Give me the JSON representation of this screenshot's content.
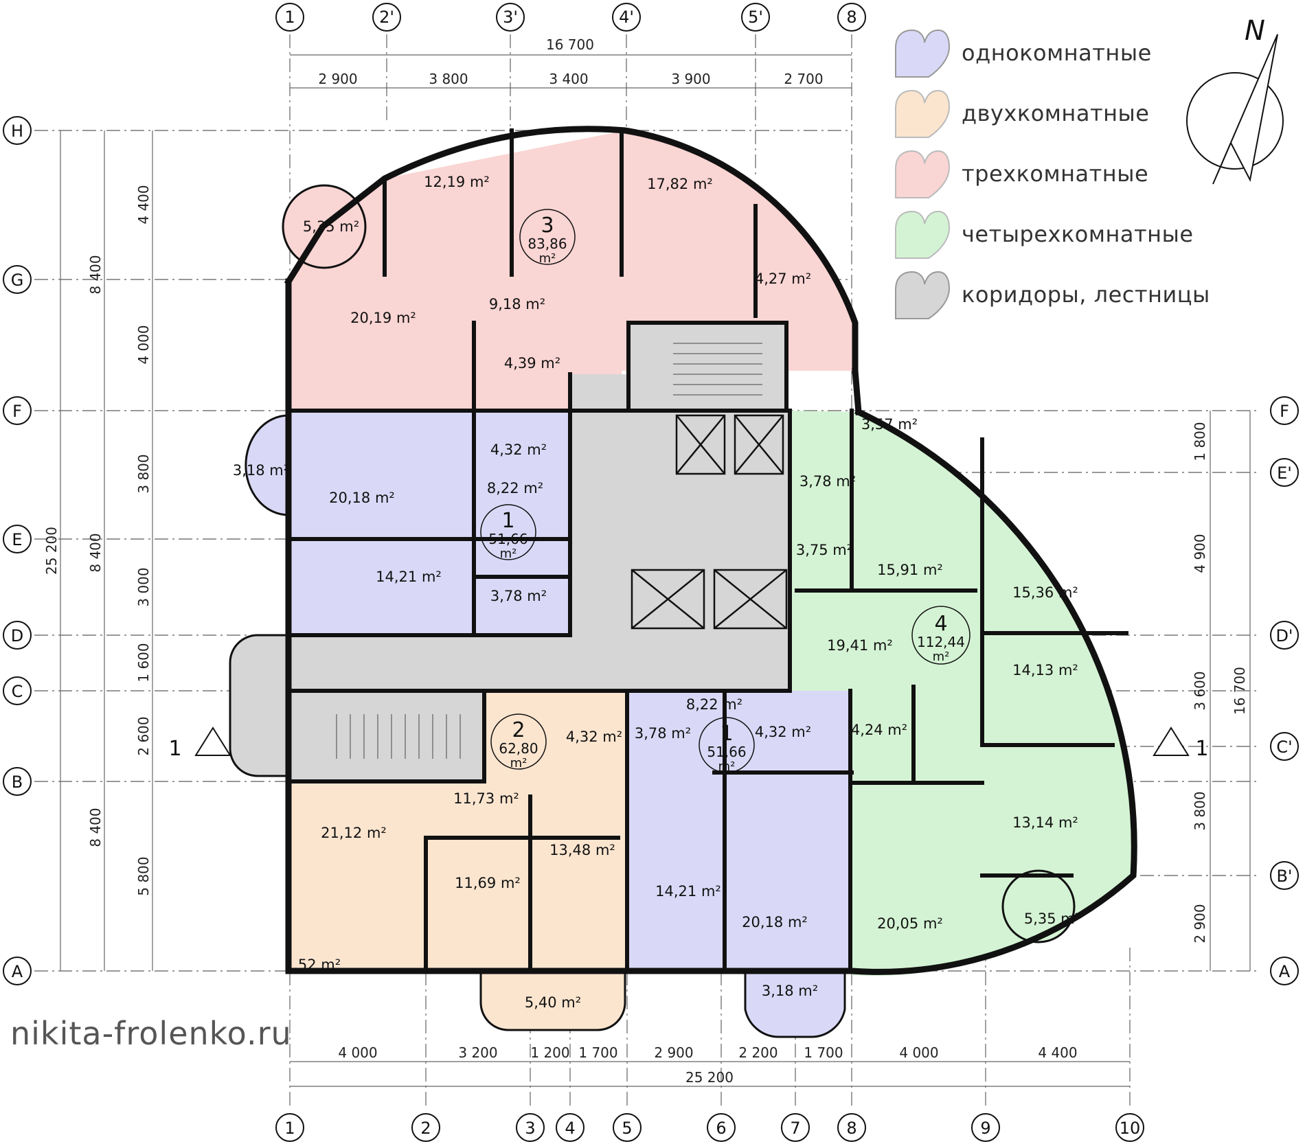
{
  "legend": [
    {
      "label": "однокомнатные",
      "color": "#d9d9f7"
    },
    {
      "label": "двухкомнатные",
      "color": "#fbe5cf"
    },
    {
      "label": "трехкомнатные",
      "color": "#f9d5d3"
    },
    {
      "label": "четырехкомнатные",
      "color": "#d4f3d4"
    },
    {
      "label": "коридоры, лестницы",
      "color": "#d6d6d6"
    }
  ],
  "north_label": "N",
  "watermark": "nikita-frolenko.ru",
  "section_marks": [
    "1",
    "1"
  ],
  "axes": {
    "top": [
      "1",
      "2'",
      "3'",
      "4'",
      "5'",
      "8"
    ],
    "bottom": [
      "1",
      "2",
      "3",
      "4",
      "5",
      "6",
      "7",
      "8",
      "9",
      "10"
    ],
    "left": [
      "H",
      "G",
      "F",
      "E",
      "D",
      "C",
      "B",
      "A"
    ],
    "right": [
      "F",
      "E'",
      "D'",
      "C'",
      "B'",
      "A"
    ]
  },
  "dimensions": {
    "top_total": "16 700",
    "top": [
      "2 900",
      "3 800",
      "3 400",
      "3 900",
      "2 700"
    ],
    "bottom": [
      "4 000",
      "3 200",
      "1 200",
      "1 700",
      "2 900",
      "2 200",
      "1 700",
      "4 000",
      "4 400"
    ],
    "bottom_total": "25 200",
    "left_total": "25 200",
    "left_mid": [
      "8 400",
      "8 400",
      "8 400"
    ],
    "left_inner": [
      "4 400",
      "4 000",
      "3 800",
      "3 000",
      "1 600",
      "2 600",
      "5 800"
    ],
    "right_total": "16 700",
    "right_inner": [
      "1 800",
      "4 900",
      "3 600",
      "3 800",
      "2 900"
    ]
  },
  "apartments": [
    {
      "number": "3",
      "area": "83,86",
      "unit": "m²",
      "color": "#f9d5d3"
    },
    {
      "number": "1",
      "area": "51,66",
      "unit": "m²",
      "color": "#d9d9f7"
    },
    {
      "number": "2",
      "area": "62,80",
      "unit": "m²",
      "color": "#fbe5cf"
    },
    {
      "number": "1",
      "area": "51,66",
      "unit": "m²",
      "color": "#d9d9f7"
    },
    {
      "number": "4",
      "area": "112,44",
      "unit": "m²",
      "color": "#d4f3d4"
    }
  ],
  "rooms": [
    "5,35 m²",
    "12,19 m²",
    "17,82 m²",
    "4,27 m²",
    "9,18 m²",
    "20,19 m²",
    "4,39 m²",
    "3,18 m²",
    "20,18 m²",
    "4,32 m²",
    "8,22 m²",
    "14,21 m²",
    "3,78 m²",
    "21,12 m²",
    "11,73 m²",
    "4,32 m²",
    "11,69 m²",
    "13,48 m²",
    "1,52 m²",
    "5,40 m²",
    "3,78 m²",
    "8,22 m²",
    "4,32 m²",
    "14,21 m²",
    "20,18 m²",
    "3,18 m²",
    "3,57 m²",
    "3,78 m²",
    "3,75 m²",
    "15,91 m²",
    "15,36 m²",
    "19,41 m²",
    "14,13 m²",
    "4,24 m²",
    "13,14 m²",
    "20,05 m²",
    "5,35 m²"
  ]
}
